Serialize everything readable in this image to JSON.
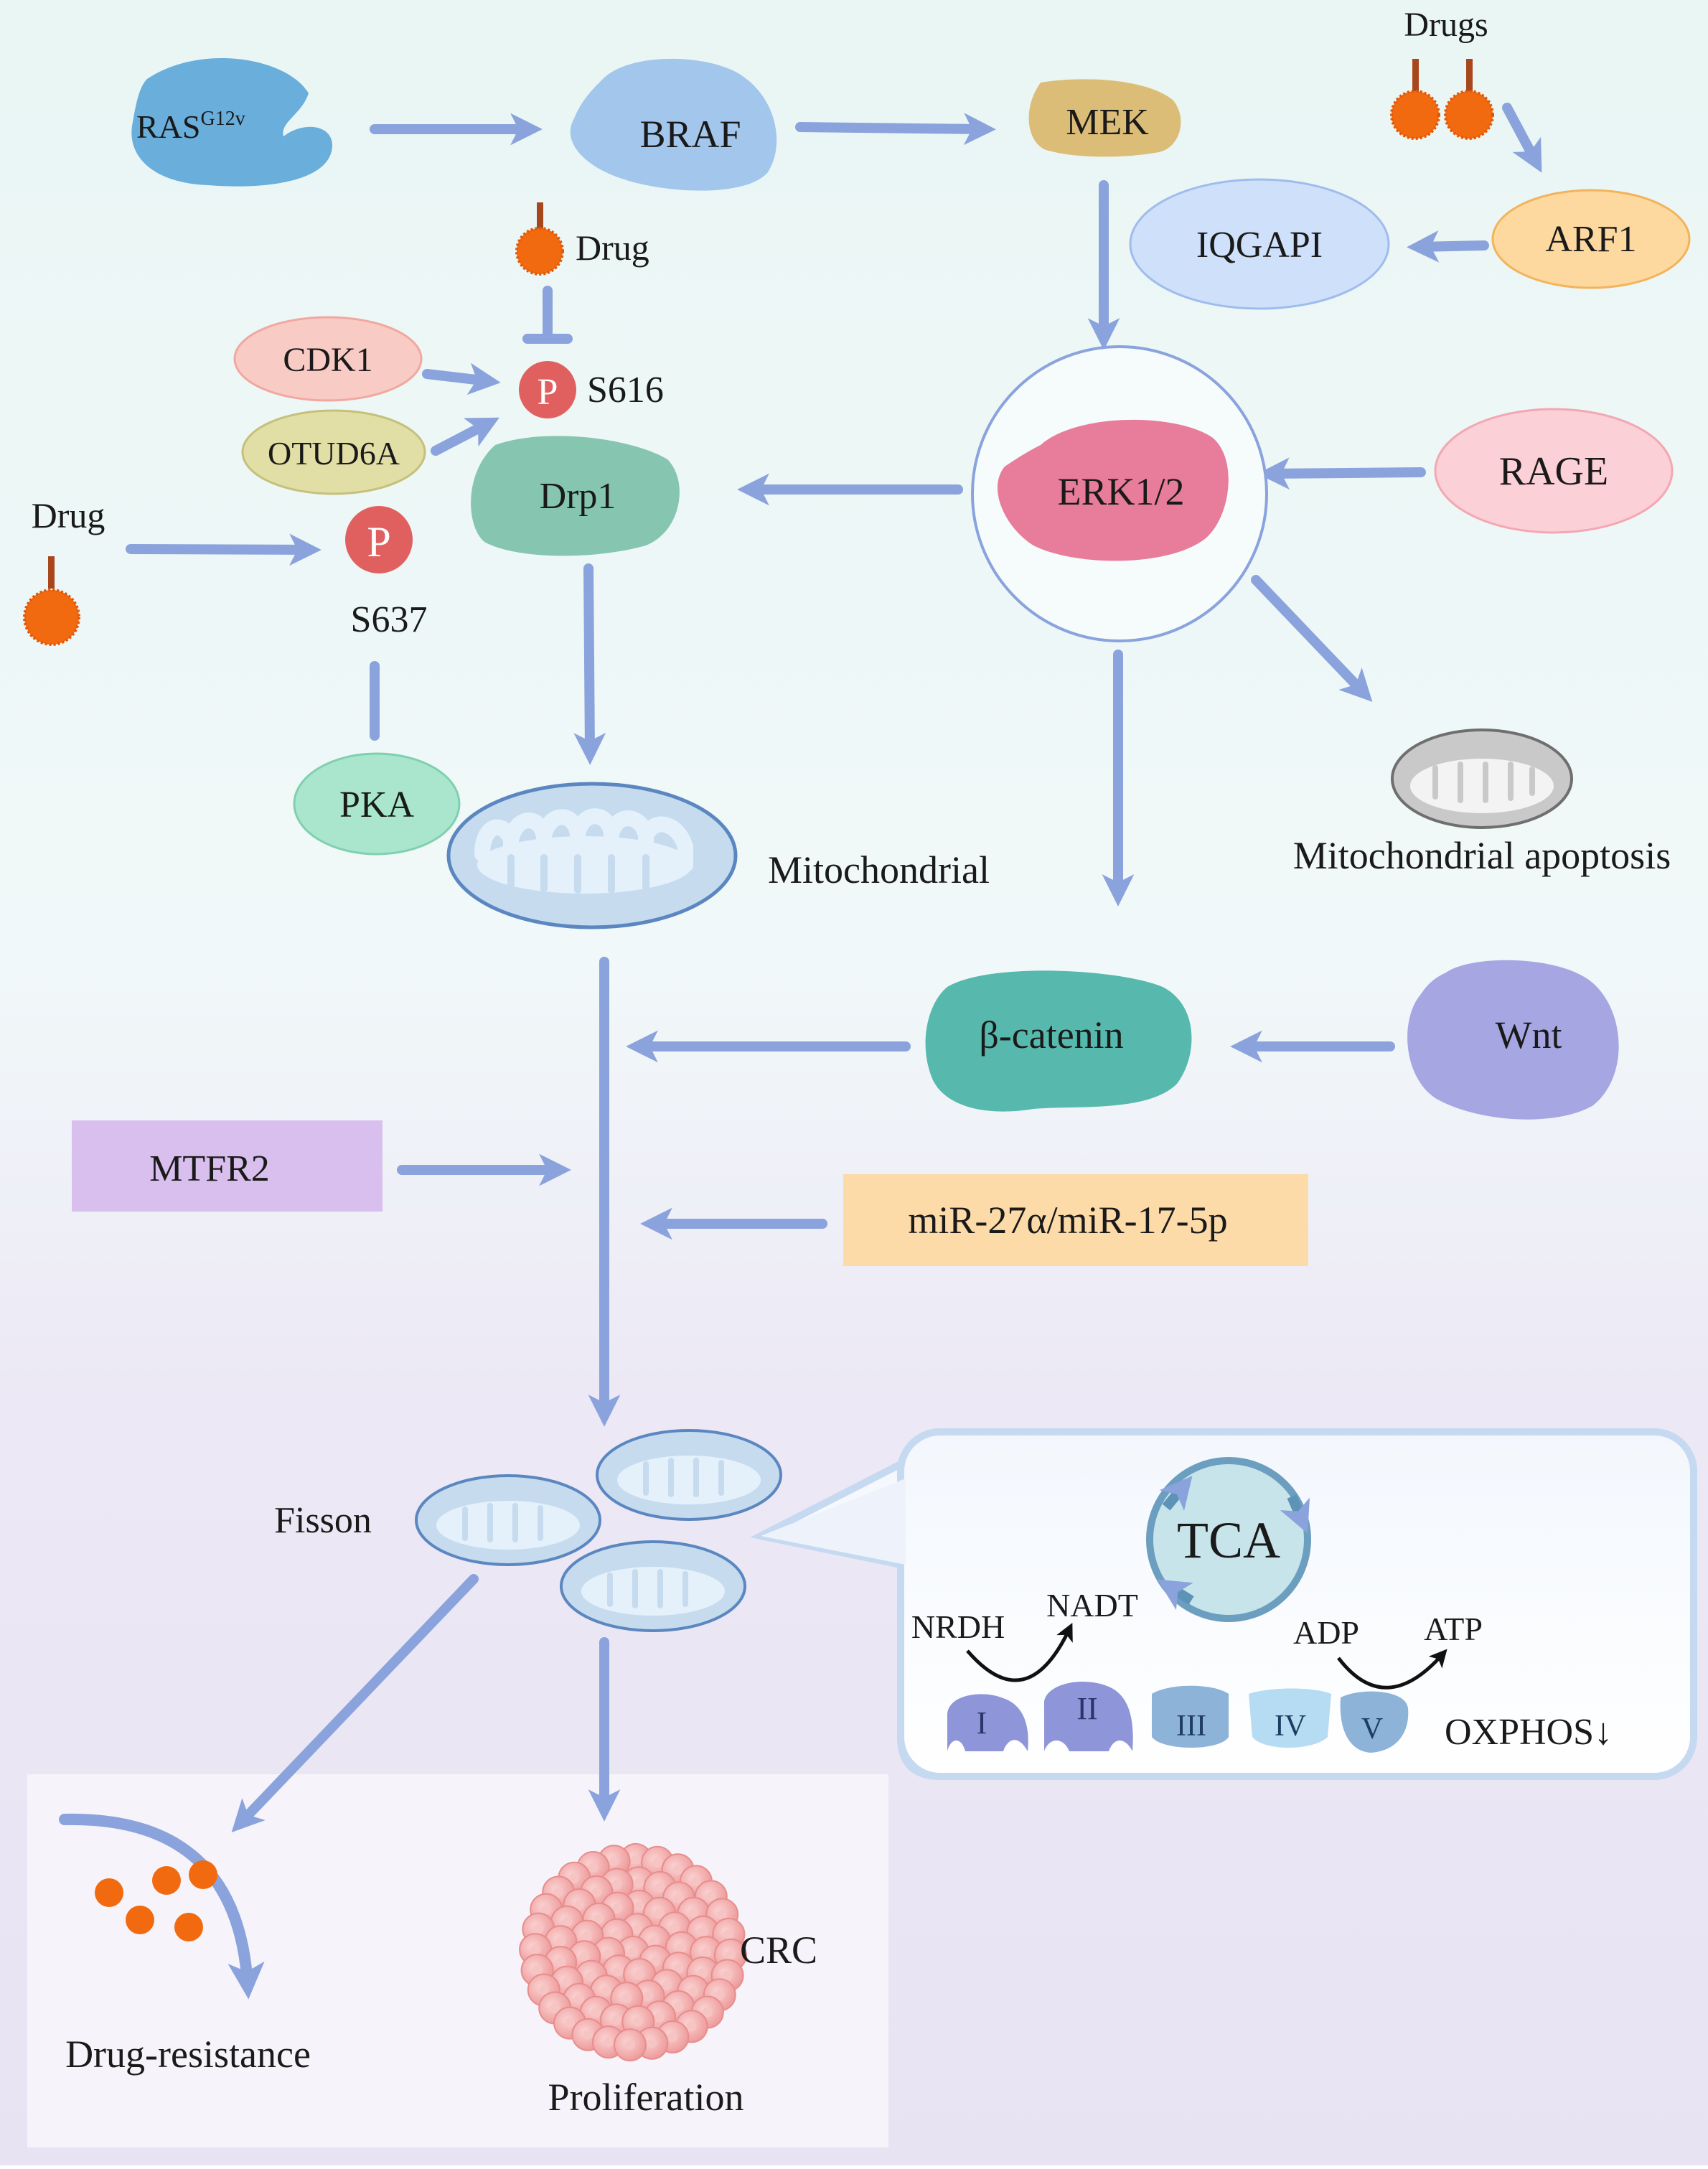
{
  "nodes": {
    "ras": "RAS",
    "ras_sup": "G12v",
    "braf": "BRAF",
    "mek": "MEK",
    "drugs_top": "Drugs",
    "arf1": "ARF1",
    "iqgap": "IQGAPI",
    "drug_mid": "Drug",
    "cdk1": "CDK1",
    "otud6a": "OTUD6A",
    "p_letter": "P",
    "s616": "S616",
    "drp1": "Drp1",
    "erk": "ERK1/2",
    "rage": "RAGE",
    "drug_left": "Drug",
    "s637": "S637",
    "pka": "PKA",
    "mitochondrial": "Mitochondrial",
    "mito_apoptosis": "Mitochondrial apoptosis",
    "beta_catenin": "β-catenin",
    "wnt": "Wnt",
    "mtfr2": "MTFR2",
    "mirna": "miR-27α/miR-17-5p",
    "fisson": "Fisson",
    "tca": "TCA",
    "nrdh": "NRDH",
    "nadt": "NADT",
    "adp": "ADP",
    "atp": "ATP",
    "complex_1": "I",
    "complex_2": "II",
    "complex_3": "III",
    "complex_4": "IV",
    "complex_5": "V",
    "oxphos": "OXPHOS↓",
    "drug_resistance": "Drug-resistance",
    "crc": "CRC",
    "proliferation": "Proliferation"
  },
  "colors": {
    "arrow": "#8aa3dc",
    "ras": "#6aaedc",
    "braf": "#a3c6ec",
    "mek": "#dcbd78",
    "drug": "#f26a0f",
    "drug_stem": "#a9471c",
    "arf1": "#fdd9a0",
    "iqgap": "#cfe0fb",
    "cdk1": "#f9cbc5",
    "otud6a": "#e2dfa6",
    "phospho": "#e06060",
    "drp1": "#86c6b0",
    "erk": "#e77d9b",
    "rage": "#fbd0d6",
    "pka": "#a9e6cd",
    "mito_fill": "#c7dbef",
    "mito_inner": "#e4f1fb",
    "catenin": "#57b9ad",
    "wnt": "#a6a6e3",
    "mtfr2": "#d8bfed",
    "mirna": "#fddba8",
    "tca": "#c6e4ea",
    "complex": "#8e95d8",
    "crc": "#f4b1b1"
  }
}
